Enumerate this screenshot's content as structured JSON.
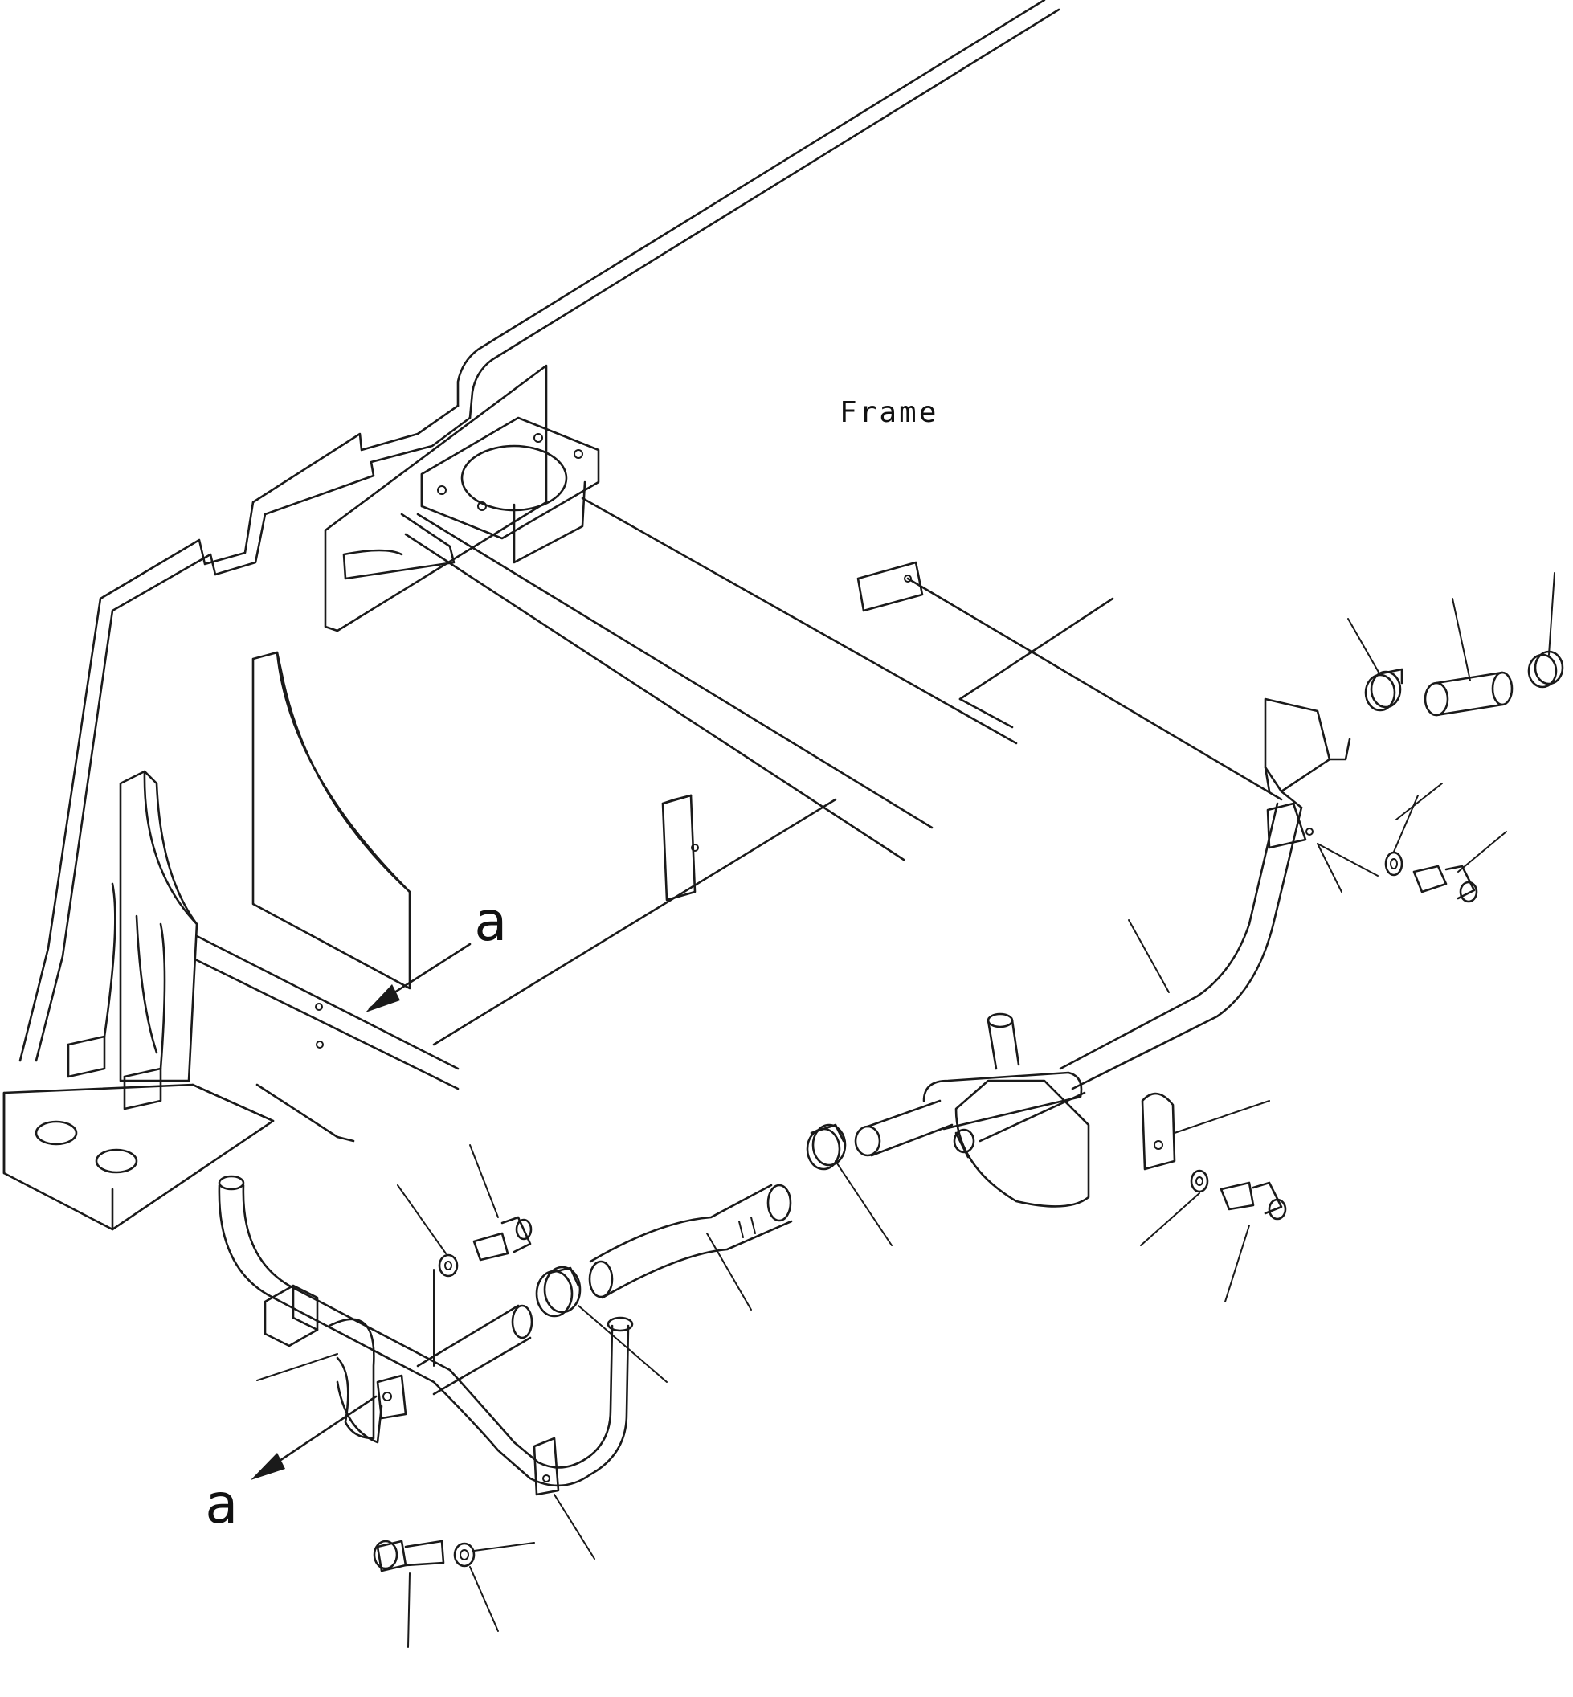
{
  "labels": {
    "frame": "Frame",
    "view_mark_upper": "a",
    "view_mark_lower": "a"
  }
}
